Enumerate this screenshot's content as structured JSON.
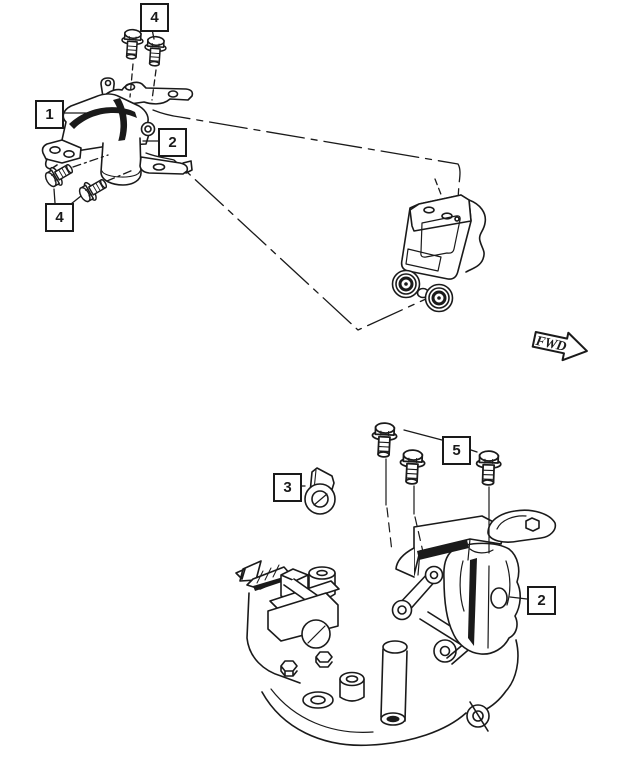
{
  "diagram": {
    "fwd_arrow": {
      "label": "FWD"
    },
    "callouts": [
      {
        "id": "callout-4-top",
        "label": "4"
      },
      {
        "id": "callout-1",
        "label": "1"
      },
      {
        "id": "callout-2-upper",
        "label": "2"
      },
      {
        "id": "callout-4-lower",
        "label": "4"
      },
      {
        "id": "callout-3",
        "label": "3"
      },
      {
        "id": "callout-5",
        "label": "5"
      },
      {
        "id": "callout-2-lower",
        "label": "2"
      }
    ],
    "colors": {
      "background": "#ffffff",
      "line": "#1a1a1a"
    }
  }
}
